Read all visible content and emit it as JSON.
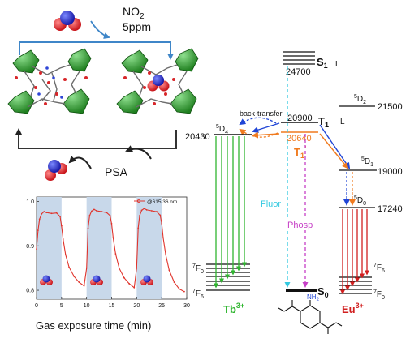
{
  "top_panel": {
    "gas": "NO",
    "gas_sub": "2",
    "concentration": "5ppm",
    "regeneration": "PSA"
  },
  "chart_data": {
    "type": "line",
    "legend": "@615.36 nm",
    "xlabel": "Gas exposure time (min)",
    "ylabel": "",
    "xlim": [
      0,
      30
    ],
    "ylim": [
      0.78,
      1.01
    ],
    "x_ticks": [
      "0",
      "5",
      "10",
      "15",
      "20",
      "25",
      "30"
    ],
    "y_ticks": [
      "0.8",
      "0.9",
      "1.0"
    ],
    "exposure_windows": [
      [
        0,
        5
      ],
      [
        10,
        15
      ],
      [
        20,
        25
      ]
    ],
    "series": [
      {
        "name": "@615.36 nm",
        "color": "#e0342c",
        "x": [
          0,
          0.3,
          0.6,
          1.0,
          1.5,
          2,
          3,
          4,
          4.7,
          5.0,
          5.3,
          5.8,
          6.5,
          7.5,
          8.5,
          9.5,
          10,
          10.3,
          10.6,
          11.0,
          11.5,
          12,
          13,
          14,
          14.7,
          15.0,
          15.3,
          15.8,
          16.5,
          17.5,
          18.5,
          19.5,
          20,
          20.3,
          20.6,
          21.0,
          21.5,
          22,
          23,
          24,
          24.7,
          25.0,
          25.3,
          25.8,
          26.5,
          27.5,
          28.5,
          29.5
        ],
        "values": [
          0.893,
          0.935,
          0.96,
          0.972,
          0.977,
          0.975,
          0.973,
          0.974,
          0.966,
          0.945,
          0.915,
          0.88,
          0.852,
          0.831,
          0.818,
          0.81,
          0.85,
          0.94,
          0.968,
          0.978,
          0.982,
          0.979,
          0.977,
          0.975,
          0.968,
          0.95,
          0.918,
          0.882,
          0.85,
          0.828,
          0.815,
          0.806,
          0.85,
          0.94,
          0.968,
          0.98,
          0.984,
          0.981,
          0.979,
          0.977,
          0.969,
          0.95,
          0.918,
          0.88,
          0.845,
          0.818,
          0.803,
          0.797
        ]
      }
    ]
  },
  "energy": {
    "S1": "S",
    "S1_sub": "1",
    "S1_suffix": "L",
    "S1_value": "24700",
    "T1": "T",
    "T1_sub": "1",
    "T1_suffix": "L",
    "T1_value": "20900",
    "T1_prime": "T",
    "T1_prime_sub": "1",
    "T1_prime_sup": "'",
    "T1_prime_value": "20640",
    "S0": "S",
    "S0_sub": "0",
    "back_transfer": "back-transfer",
    "fluor": "Fluor",
    "phosp": "Phosp",
    "tb_label": "Tb",
    "tb_sup": "3+",
    "eu_label": "Eu",
    "eu_sup": "3+",
    "tb_5D4_pre": "5",
    "tb_5D4_main": "D",
    "tb_5D4_sub": "4",
    "tb_5D4_value": "20430",
    "tb_7F0_pre": "7",
    "tb_7F0_main": "F",
    "tb_7F0_sub": "0",
    "tb_7F6_pre": "7",
    "tb_7F6_main": "F",
    "tb_7F6_sub": "6",
    "eu_5D2_pre": "5",
    "eu_5D2_main": "D",
    "eu_5D2_sub": "2",
    "eu_5D2_value": "21500",
    "eu_5D1_pre": "5",
    "eu_5D1_main": "D",
    "eu_5D1_sub": "1",
    "eu_5D1_value": "19000",
    "eu_5D0_pre": "5",
    "eu_5D0_main": "D",
    "eu_5D0_sub": "0",
    "eu_5D0_value": "17240",
    "eu_7F6_pre": "7",
    "eu_7F6_main": "F",
    "eu_7F6_sub": "6",
    "eu_7F0_pre": "7",
    "eu_7F0_main": "F",
    "eu_7F0_sub": "0"
  },
  "colors": {
    "tb": "#2fb52f",
    "eu": "#d11f1f",
    "blue": "#2045d6",
    "orange": "#f07a1e",
    "cyan": "#33c9e0",
    "magenta": "#c63fc6",
    "panel": "#c8d8ea",
    "frame_arrow": "#3f86c8",
    "crystal": "#2f9e2f"
  }
}
